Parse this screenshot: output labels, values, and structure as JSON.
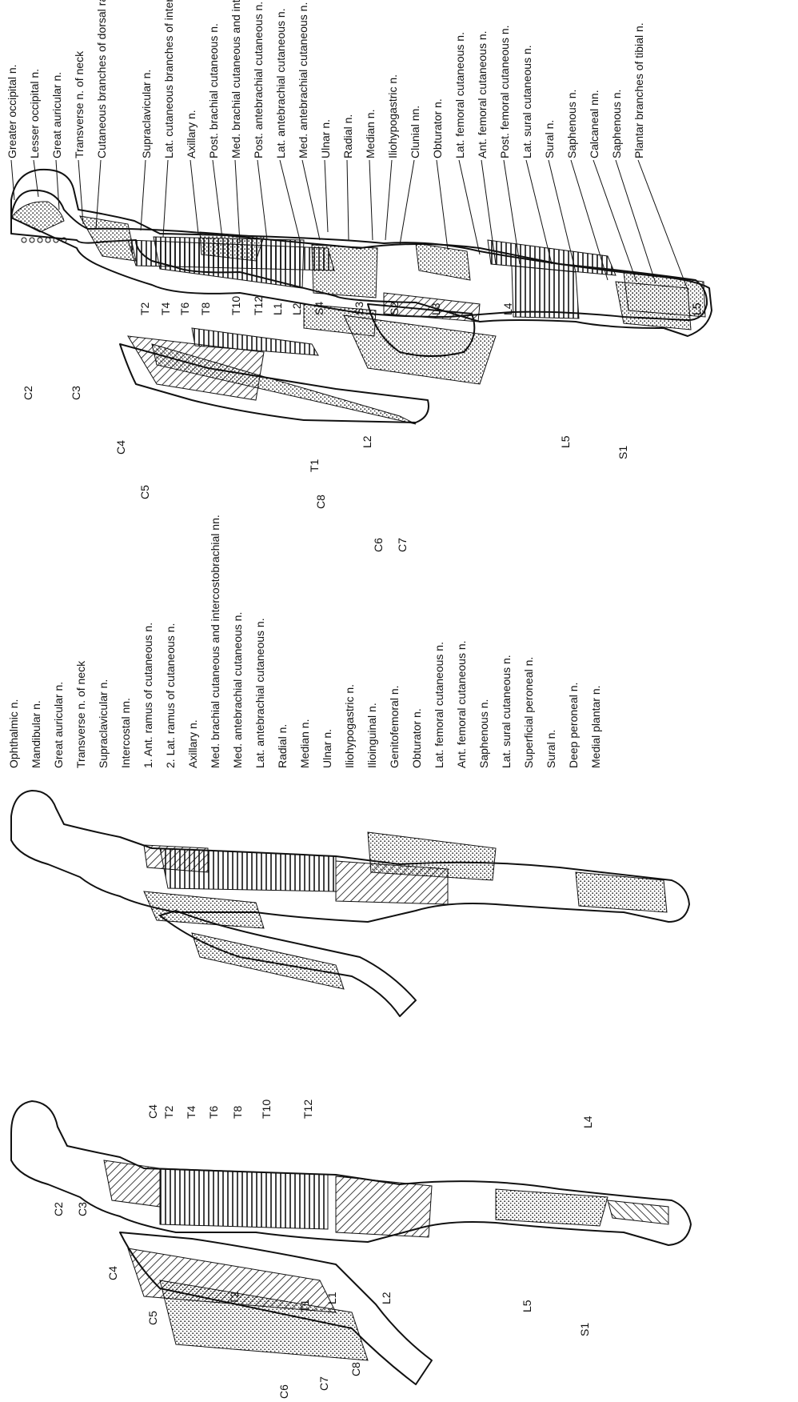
{
  "panels": [
    {
      "id": "posterior-dermatomes",
      "labels": [
        "C2",
        "C3",
        "C4",
        "C5",
        "C6",
        "C7",
        "C8",
        "T1",
        "T2",
        "T4",
        "T6",
        "T8",
        "T10",
        "T12",
        "L1",
        "L2",
        "S4",
        "S3",
        "S2",
        "L3",
        "L4",
        "L2",
        "L5",
        "S1",
        "L5"
      ]
    },
    {
      "id": "posterior-cutaneous-nerves",
      "labels": [
        "Greater occipital n.",
        "Lesser occipital n.",
        "Great auricular n.",
        "Transverse n. of neck",
        "Cutaneous branches of dorsal rami of spinal nn.",
        "Supraclavicular n.",
        "Lat. cutaneous branches of intercostal n.",
        "Axillary n.",
        "Post. brachial cutaneous n.",
        "Med. brachial cutaneous and intercostobrachial nn.",
        "Post. antebrachial cutaneous n.",
        "Lat. antebrachial cutaneous n.",
        "Med. antebrachial cutaneous n.",
        "Ulnar n.",
        "Radial n.",
        "Median n.",
        "Iliohypogastric n.",
        "Clunial nn.",
        "Obturator n.",
        "Lat. femoral cutaneous n.",
        "Ant. femoral cutaneous n.",
        "Post. femoral cutaneous n.",
        "Lat. sural cutaneous n.",
        "Sural n.",
        "Saphenous n.",
        "Calcaneal nn.",
        "Saphenous n.",
        "Plantar branches of tibial n."
      ]
    },
    {
      "id": "anterior-dermatomes",
      "labels": [
        "C2",
        "C3",
        "C4",
        "C5",
        "C6",
        "C7",
        "C8",
        "T1",
        "T2",
        "C4",
        "T2",
        "T4",
        "T6",
        "T8",
        "T10",
        "T12",
        "L1",
        "L2",
        "L4",
        "L5",
        "S1"
      ]
    },
    {
      "id": "anterior-cutaneous-nerves",
      "labels": [
        "Ophthalmic n.",
        "Mandibular n.",
        "Great auricular n.",
        "Transverse n. of neck",
        "Supraclavicular n.",
        "Intercostal nn.",
        "1. Ant. ramus of cutaneous n.",
        "2. Lat. ramus of cutaneous n.",
        "Axillary n.",
        "Med. brachial cutaneous and intercostobrachial nn.",
        "Med. antebrachial cutaneous n.",
        "Lat. antebrachial cutaneous n.",
        "Radial n.",
        "Median n.",
        "Ulnar n.",
        "Iliohypogastric n.",
        "Ilioinguinal n.",
        "Genitofemoral n.",
        "Obturator n.",
        "Lat. femoral cutaneous n.",
        "Ant. femoral cutaneous n.",
        "Saphenous n.",
        "Lat. sural cutaneous n.",
        "Superficial peroneal n.",
        "Sural n.",
        "Deep peroneal n.",
        "Medial plantar n."
      ]
    }
  ]
}
